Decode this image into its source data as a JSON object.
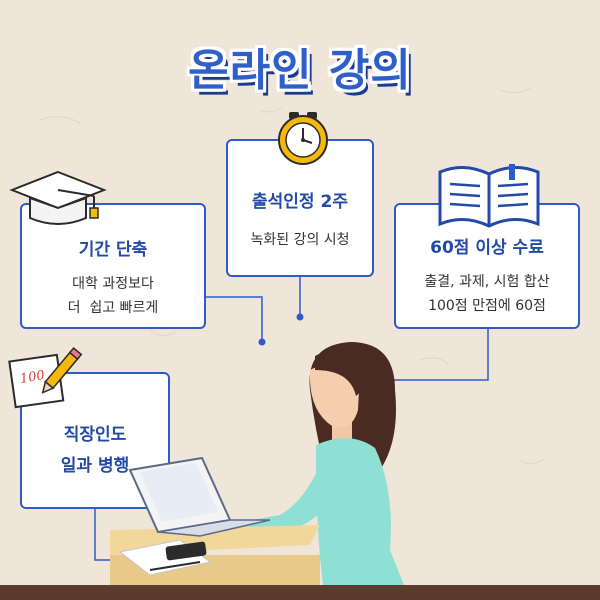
{
  "title": "온라인 강의",
  "cards": {
    "period": {
      "head": "기간 단축",
      "line1": "대학 과정보다",
      "line2": "더  쉽고 빠르게"
    },
    "attendance": {
      "head": "출석인정 2주",
      "line1": "녹화된 강의 시청"
    },
    "completion": {
      "head": "60점 이상 수료",
      "line1": "출결, 과제, 시험 합산",
      "line2": "100점 만점에 60점"
    },
    "work": {
      "head1": "직장인도",
      "head2": "일과 병행"
    }
  },
  "note_text": "100",
  "colors": {
    "primary": "#2d5bc7",
    "background": "#efe6d9",
    "accent": "#f5b90a"
  },
  "icons": [
    "graduation-cap-icon",
    "clock-icon",
    "open-book-icon",
    "memo-pencil-icon"
  ]
}
